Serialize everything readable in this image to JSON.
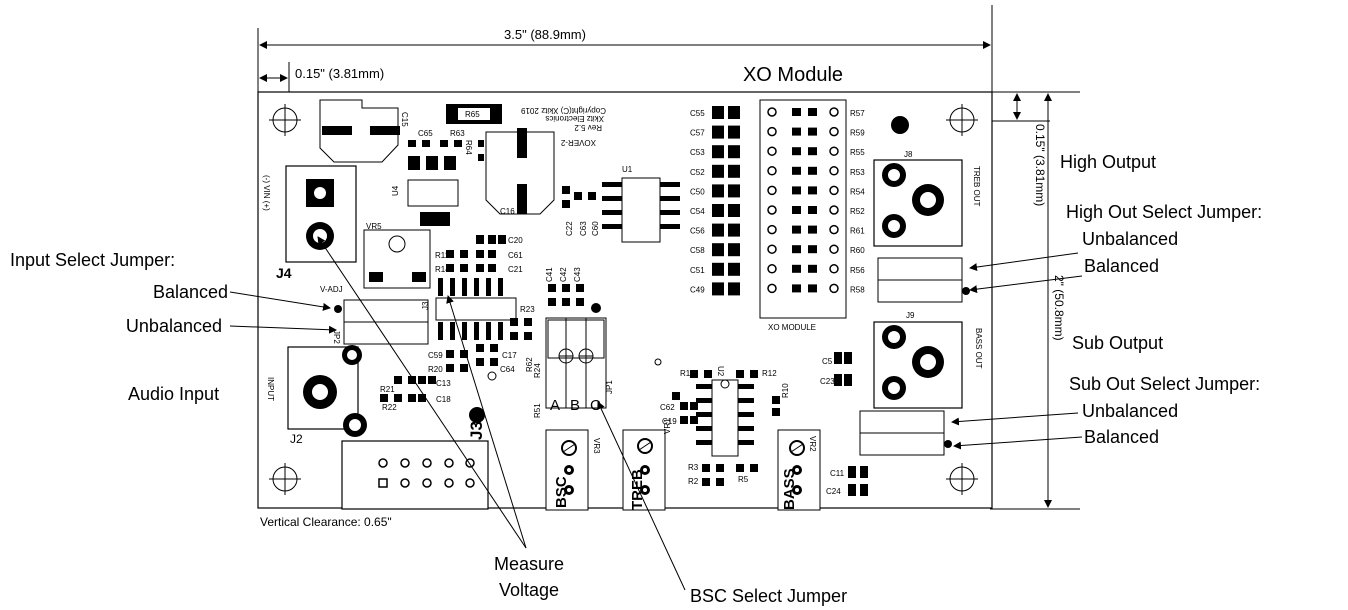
{
  "dimensions": {
    "width": "3.5\" (88.9mm)",
    "margin": "0.15\" (3.81mm)",
    "height": "2\" (50.8mm)",
    "right_margin": "0.15\" (3.81mm)",
    "vertical_clearance": "Vertical Clearance: 0.65\""
  },
  "title": "XO Module",
  "callouts": {
    "high_output": "High Output",
    "high_out_select": "High Out Select Jumper:",
    "high_unbalanced": "Unbalanced",
    "high_balanced": "Balanced",
    "input_select": "Input Select Jumper:",
    "input_balanced": "Balanced",
    "input_unbalanced": "Unbalanced",
    "audio_input": "Audio Input",
    "sub_output": "Sub Output",
    "sub_out_select": "Sub Out Select Jumper:",
    "sub_unbalanced": "Unbalanced",
    "sub_balanced": "Balanced",
    "measure": "Measure",
    "voltage": "Voltage",
    "bsc_select": "BSC Select Jumper"
  },
  "board": {
    "copyright": "Copyright(C) Xkitz 2019",
    "brand": "Xkitz Electronics",
    "rev": "Rev 5.2",
    "model": "XOVER-2",
    "xo_module": "XO MODULE",
    "j4": "J4",
    "vin": "(-) VIN (+)",
    "vadj": "V-ADJ",
    "vr5": "VR5",
    "input": "INPUT",
    "j2": "J2",
    "j3": "J3",
    "j8": "J8",
    "j9": "J9",
    "treb_out": "TREB OUT",
    "bass_out": "BASS OUT",
    "bsc": "BSC",
    "treb": "TREB",
    "bass": "BASS",
    "abc": [
      "A",
      "B",
      "C"
    ],
    "jp1": "JP1",
    "jp2": "JP2",
    "u1": "U1",
    "u2": "U2",
    "u4": "U4",
    "vr1": "VR1",
    "vr2": "VR2",
    "vr3": "VR3",
    "refs_left_col": [
      "C55",
      "C57",
      "C53",
      "C52",
      "C50",
      "C54",
      "C56",
      "C58",
      "C51",
      "C49"
    ],
    "refs_right_col": [
      "R57",
      "R59",
      "R55",
      "R53",
      "R54",
      "R52",
      "R61",
      "R60",
      "R56",
      "R58"
    ],
    "misc_refs": {
      "r65": "R65",
      "c15": "C15",
      "c65": "C65",
      "r63": "R63",
      "r64": "R64",
      "c16": "C16",
      "c22": "C22",
      "c63": "C63",
      "c60": "C60",
      "c20": "C20",
      "c61": "C61",
      "c21": "C21",
      "r11": "R11",
      "r14": "R14",
      "c41": "C41",
      "c42": "C42",
      "c43": "C43",
      "r23": "R23",
      "r62": "R62",
      "r24": "R24",
      "c17": "C17",
      "c59": "C59",
      "r20": "R20",
      "c64": "C64",
      "r21": "R21",
      "c13": "C13",
      "r22": "R22",
      "c18": "C18",
      "r51": "R51",
      "r1": "R1",
      "r12": "R12",
      "c62": "C62",
      "c19": "C19",
      "r10": "R10",
      "r3": "R3",
      "r2": "R2",
      "r5": "R5",
      "c5": "C5",
      "c23": "C23",
      "c11": "C11",
      "c24": "C24"
    }
  }
}
